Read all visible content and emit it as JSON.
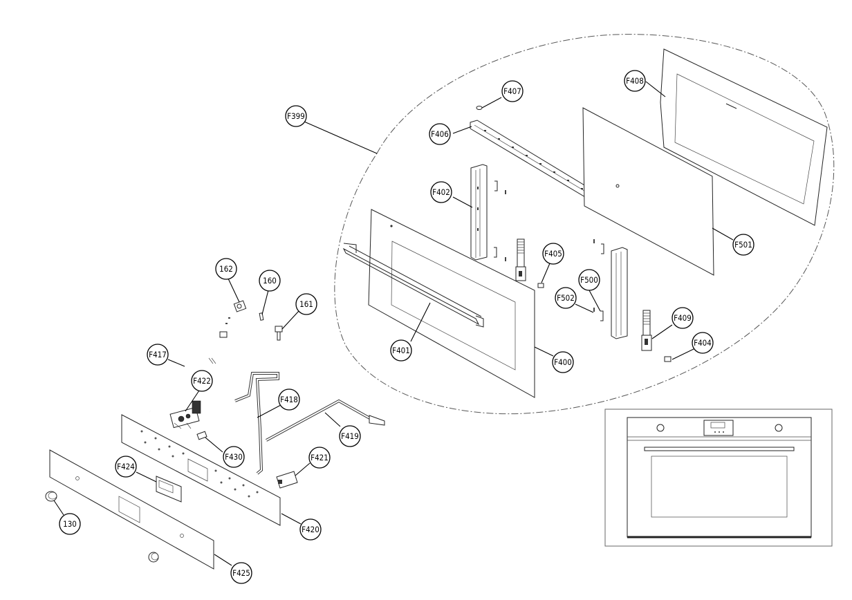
{
  "diagram": {
    "callouts": [
      {
        "id": "F399",
        "label": "F399"
      },
      {
        "id": "F400",
        "label": "F400"
      },
      {
        "id": "F401",
        "label": "F401"
      },
      {
        "id": "F402",
        "label": "F402"
      },
      {
        "id": "F404",
        "label": "F404"
      },
      {
        "id": "F405",
        "label": "F405"
      },
      {
        "id": "F406",
        "label": "F406"
      },
      {
        "id": "F407",
        "label": "F407"
      },
      {
        "id": "F408",
        "label": "F408"
      },
      {
        "id": "F409",
        "label": "F409"
      },
      {
        "id": "F500",
        "label": "F500"
      },
      {
        "id": "F501",
        "label": "F501"
      },
      {
        "id": "F502",
        "label": "F502"
      },
      {
        "id": "162",
        "label": "162"
      },
      {
        "id": "160",
        "label": "160"
      },
      {
        "id": "161",
        "label": "161"
      },
      {
        "id": "F417",
        "label": "F417"
      },
      {
        "id": "F422",
        "label": "F422"
      },
      {
        "id": "F418",
        "label": "F418"
      },
      {
        "id": "F419",
        "label": "F419"
      },
      {
        "id": "F430",
        "label": "F430"
      },
      {
        "id": "F421",
        "label": "F421"
      },
      {
        "id": "F424",
        "label": "F424"
      },
      {
        "id": "F420",
        "label": "F420"
      },
      {
        "id": "130",
        "label": "130"
      },
      {
        "id": "F425",
        "label": "F425"
      }
    ]
  }
}
